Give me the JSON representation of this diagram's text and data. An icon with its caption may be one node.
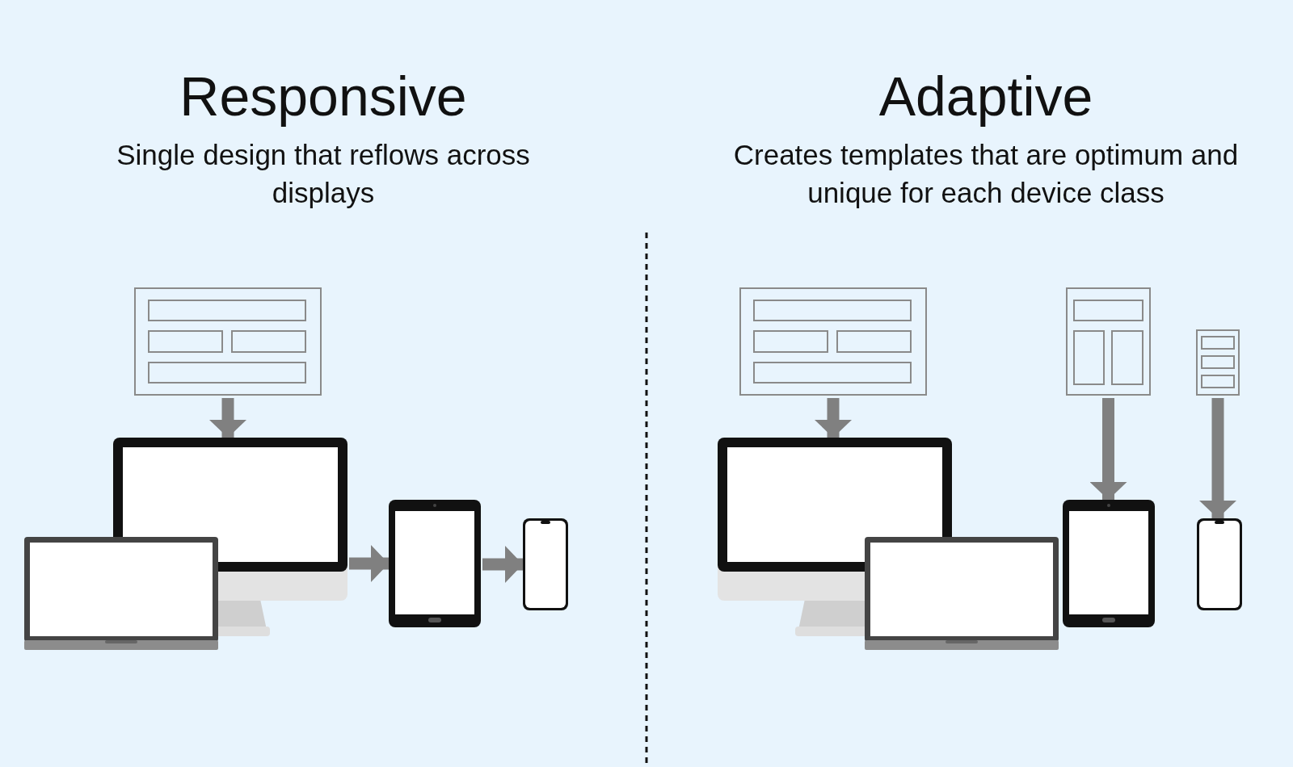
{
  "diagram": {
    "nodes": [
      {
        "text": [],
        "shape": "picture"
      },
      {
        "text": [],
        "shape": "picture"
      },
      {
        "text": [],
        "shape": "picture"
      },
      {
        "text": [],
        "shape": "picture"
      },
      {
        "text": [],
        "shape": "picture"
      },
      {
        "text": [],
        "shape": "picture"
      },
      {
        "text": [],
        "shape": "picture"
      },
      {
        "text": [],
        "shape": "picture"
      },
      {
        "text": [],
        "shape": "picture"
      },
      {
        "text": [],
        "shape": "picture"
      },
      {
        "text": [],
        "shape": "picture"
      },
      {
        "text": [],
        "shape": "picture"
      }
    ],
    "edges": [
      {
        "from": 0,
        "to": 1,
        "arrow": "to"
      },
      {
        "from": 1,
        "to": 3,
        "arrow": "to"
      },
      {
        "from": 3,
        "to": 4,
        "arrow": "to"
      },
      {
        "from": 5,
        "to": 8,
        "arrow": "to"
      },
      {
        "from": 6,
        "to": 10,
        "arrow": "to"
      },
      {
        "from": 7,
        "to": 11,
        "arrow": "to"
      }
    ],
    "labels": [
      "Responsive",
      "Single design that reflows across displays",
      "Adaptive",
      "Creates templates that are optimum and unique for each device class"
    ]
  }
}
